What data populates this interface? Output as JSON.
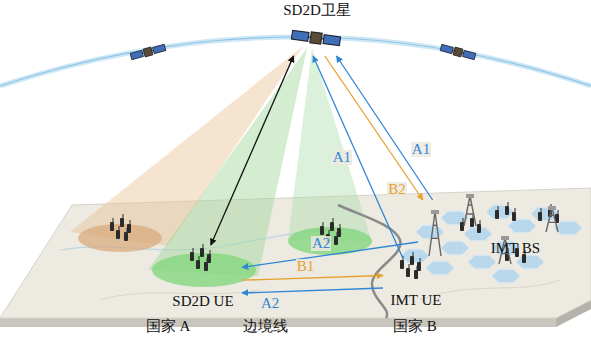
{
  "diagram": {
    "nodes": [
      {
        "text": [
          "SD2D卫星"
        ]
      },
      {
        "text": [
          "SD2D UE"
        ]
      },
      {
        "text": [
          "IMT BS"
        ]
      },
      {
        "text": [
          "IMT UE"
        ]
      }
    ],
    "edges": [
      {
        "from": 2,
        "to": 0,
        "arrow": "to",
        "label": "A1"
      },
      {
        "from": 3,
        "to": 0,
        "arrow": "to",
        "label": "A1"
      },
      {
        "from": 0,
        "to": 2,
        "arrow": "to",
        "label": "B2"
      },
      {
        "from": 0,
        "to": 1,
        "arrow": "both"
      },
      {
        "from": 2,
        "to": 1,
        "arrow": "to",
        "label": "A2"
      },
      {
        "from": 1,
        "to": 3,
        "arrow": "to",
        "label": "B1"
      },
      {
        "from": 3,
        "to": 1,
        "arrow": "to",
        "label": "A2"
      }
    ],
    "labels": [
      "国家 A",
      "边境线",
      "国家 B"
    ]
  }
}
